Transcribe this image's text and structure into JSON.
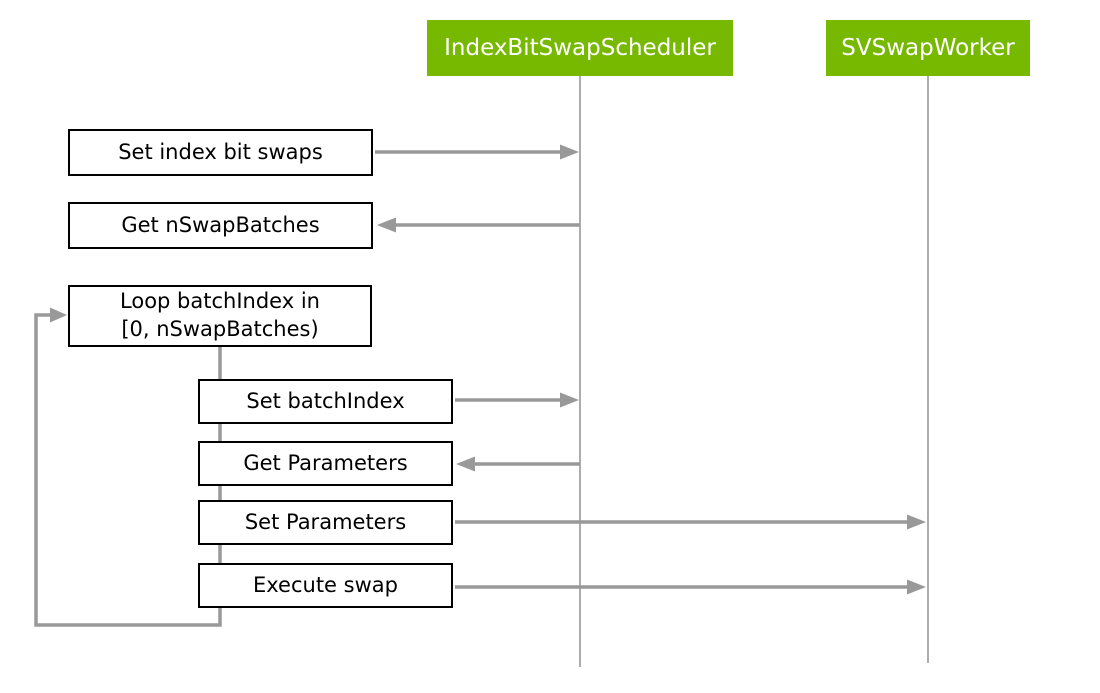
{
  "colors": {
    "actor_fill": "#76B900",
    "actor_text": "#FFFFFF",
    "arrow_gray": "#999999",
    "lifeline_gray": "#8A8A8A",
    "box_border": "#000000",
    "box_text": "#000000",
    "background": "#FFFFFF"
  },
  "actors": [
    {
      "label": "IndexBitSwapScheduler"
    },
    {
      "label": "SVSwapWorker"
    }
  ],
  "steps": [
    {
      "label": "Set index bit swaps",
      "direction": "right",
      "target": "IndexBitSwapScheduler"
    },
    {
      "label": "Get nSwapBatches",
      "direction": "left",
      "source": "IndexBitSwapScheduler"
    },
    {
      "label": "Set batchIndex",
      "direction": "right",
      "target": "IndexBitSwapScheduler"
    },
    {
      "label": "Get Parameters",
      "direction": "left",
      "source": "IndexBitSwapScheduler"
    },
    {
      "label": "Set Parameters",
      "direction": "right",
      "target": "SVSwapWorker"
    },
    {
      "label": "Execute swap",
      "direction": "right",
      "target": "SVSwapWorker"
    }
  ],
  "loop": {
    "label_line1": "Loop batchIndex in",
    "label_line2": "[0, nSwapBatches)"
  }
}
